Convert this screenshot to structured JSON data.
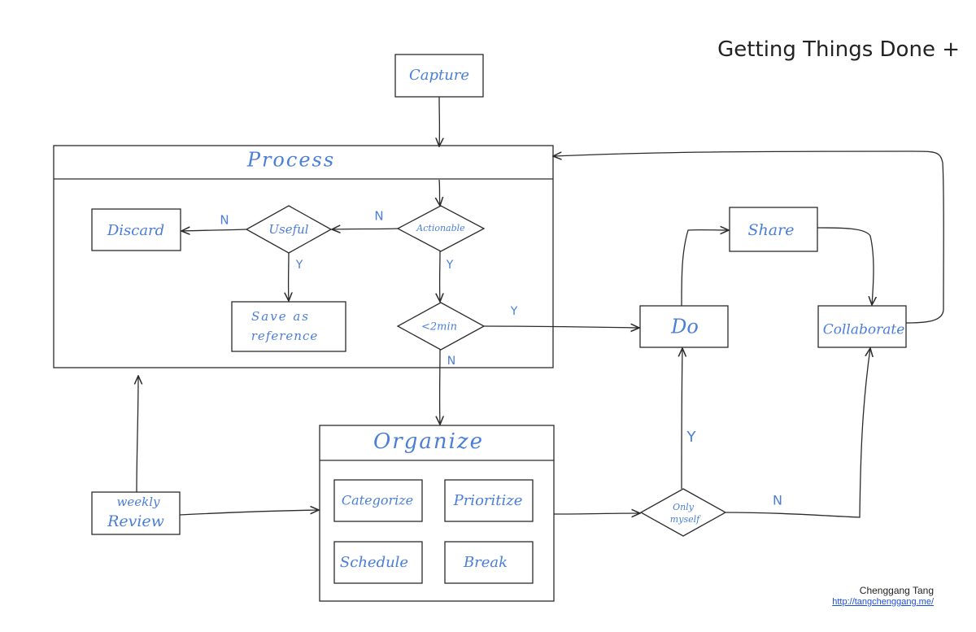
{
  "title": "Getting Things Done +",
  "author": {
    "name": "Chenggang Tang",
    "link": "http://tangchenggang.me/"
  },
  "nodes": {
    "capture": "Capture",
    "process": "Process",
    "discard": "Discard",
    "useful": "Useful",
    "actionable": "Actionable",
    "save_ref_line1": "Save as",
    "save_ref_line2": "reference",
    "two_min": "<2min",
    "do": "Do",
    "share": "Share",
    "collaborate": "Collaborate",
    "organize": "Organize",
    "categorize": "Categorize",
    "prioritize": "Prioritize",
    "schedule": "Schedule",
    "break": "Break",
    "weekly_line1": "weekly",
    "weekly_line2": "Review",
    "only_line1": "Only",
    "only_line2": "myself"
  },
  "edge_labels": {
    "useful_no": "N",
    "actionable_no": "N",
    "useful_yes": "Y",
    "actionable_yes": "Y",
    "two_min_yes": "Y",
    "two_min_no": "N",
    "only_myself_yes": "Y",
    "only_myself_no": "N"
  },
  "colors": {
    "ink": "#2b2b2b",
    "handwriting": "#4a7ed8"
  }
}
